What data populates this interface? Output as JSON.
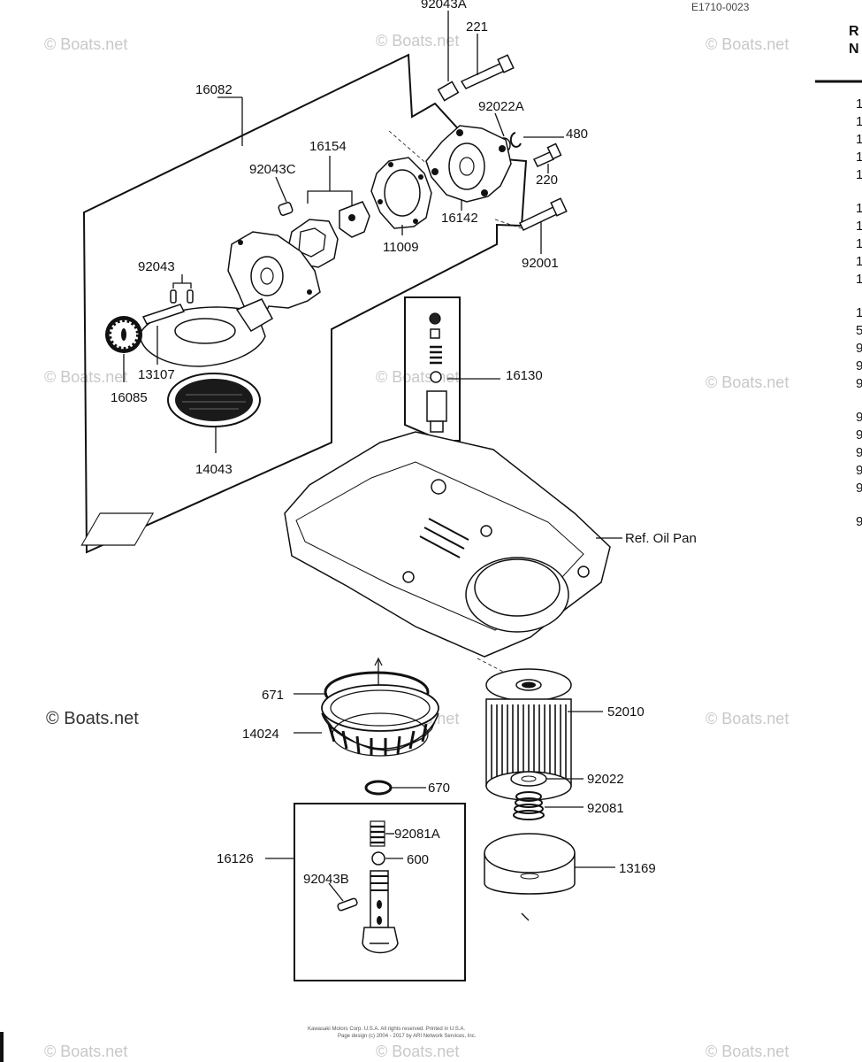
{
  "diagram": {
    "ref_code": "E1710-0023",
    "side_header": [
      "R",
      "N"
    ],
    "side_column": [
      "1",
      "1",
      "1",
      "1",
      "1",
      "1",
      "1",
      "1",
      "1",
      "1",
      "1",
      "5",
      "9",
      "9",
      "9",
      "9",
      "9",
      "9",
      "9",
      "9",
      "9"
    ],
    "part_labels": {
      "p16082": "16082",
      "p92043A": "92043A",
      "p221": "221",
      "p92022A": "92022A",
      "p480": "480",
      "p220": "220",
      "p16154": "16154",
      "p92043C": "92043C",
      "p16142": "16142",
      "p11009": "11009",
      "p92001": "92001",
      "p92043": "92043",
      "p13107": "13107",
      "p16085": "16085",
      "p14043": "14043",
      "p16130": "16130",
      "ref_oil_pan": "Ref. Oil Pan",
      "p671": "671",
      "p14024": "14024",
      "p52010": "52010",
      "p670": "670",
      "p92022": "92022",
      "p92081": "92081",
      "p16126": "16126",
      "p92081A": "92081A",
      "p600": "600",
      "p92043B": "92043B",
      "p13169": "13169"
    },
    "watermark": "© Boats.net",
    "copyright_line1": "Kawasaki Motors Corp. U.S.A. All rights reserved. Printed in U.S.A.",
    "copyright_line2": "Page design (c) 2004 - 2017 by ARI Network Services, Inc."
  }
}
